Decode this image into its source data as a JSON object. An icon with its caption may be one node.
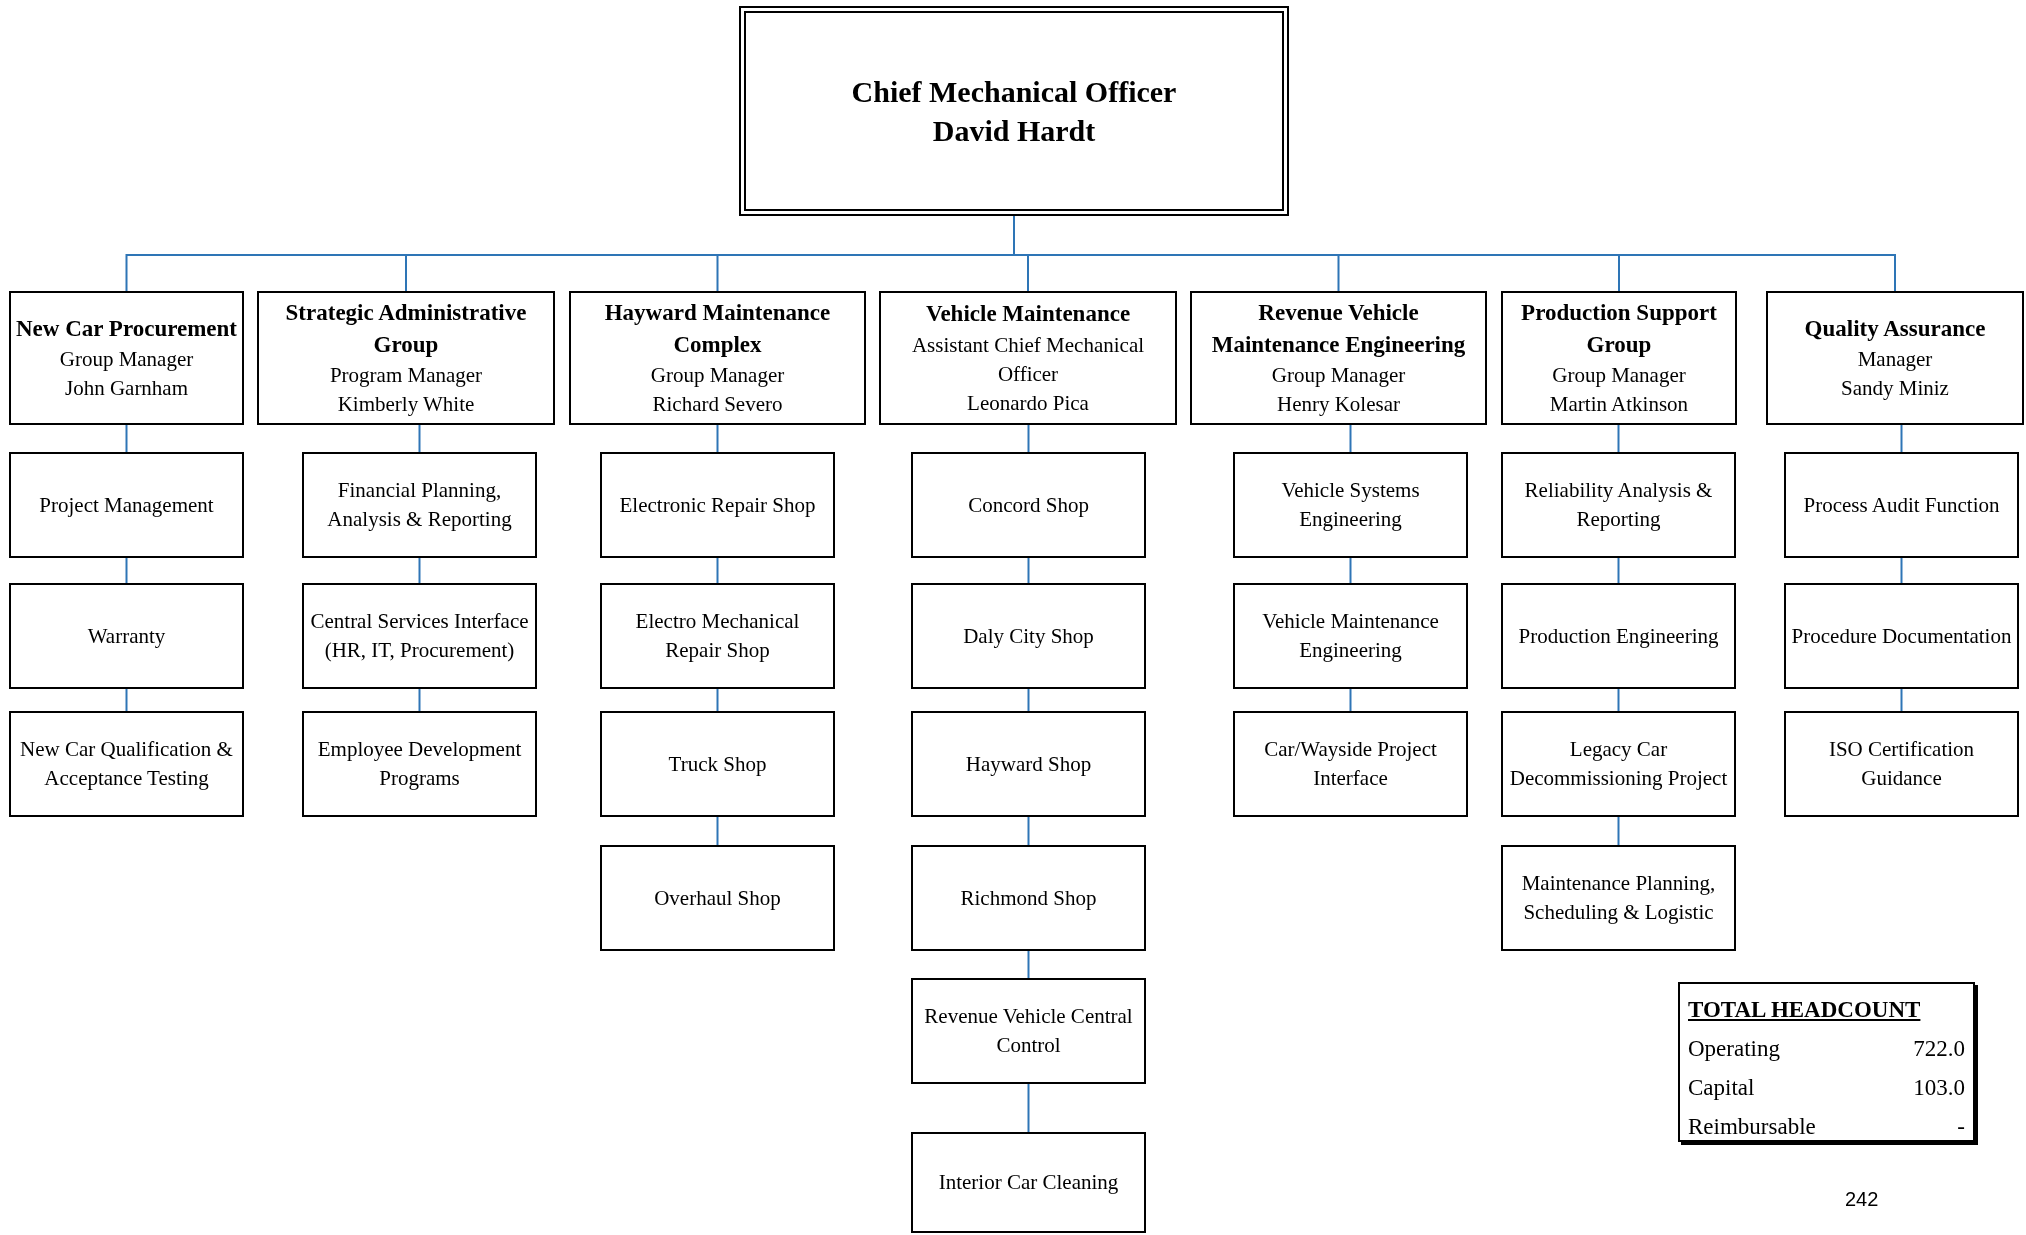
{
  "diagram": {
    "nodes": [
      {
        "text": [
          "Chief Mechanical Officer",
          "David Hardt"
        ]
      },
      {
        "text": [
          "New Car Procurement",
          "Group Manager",
          "John Garnham"
        ]
      },
      {
        "text": [
          "Strategic Administrative Group",
          "Program Manager",
          "Kimberly White"
        ]
      },
      {
        "text": [
          "Hayward Maintenance Complex",
          "Group Manager",
          "Richard Severo"
        ]
      },
      {
        "text": [
          "Vehicle Maintenance",
          "Assistant Chief Mechanical Officer",
          "Leonardo Pica"
        ]
      },
      {
        "text": [
          "Revenue Vehicle Maintenance Engineering",
          "Group Manager",
          "Henry Kolesar"
        ]
      },
      {
        "text": [
          "Production Support Group",
          "Group Manager",
          "Martin Atkinson"
        ]
      },
      {
        "text": [
          "Quality Assurance",
          "Manager",
          "Sandy Miniz"
        ]
      },
      {
        "text": [
          "Project Management"
        ]
      },
      {
        "text": [
          "Warranty"
        ]
      },
      {
        "text": [
          "New Car Qualification & Acceptance Testing"
        ]
      },
      {
        "text": [
          "Financial Planning, Analysis & Reporting"
        ]
      },
      {
        "text": [
          "Central Services Interface (HR, IT, Procurement)"
        ]
      },
      {
        "text": [
          "Employee Development Programs"
        ]
      },
      {
        "text": [
          "Electronic Repair Shop"
        ]
      },
      {
        "text": [
          "Electro Mechanical Repair Shop"
        ]
      },
      {
        "text": [
          "Truck Shop"
        ]
      },
      {
        "text": [
          "Overhaul Shop"
        ]
      },
      {
        "text": [
          "Concord Shop"
        ]
      },
      {
        "text": [
          "Daly City Shop"
        ]
      },
      {
        "text": [
          "Hayward Shop"
        ]
      },
      {
        "text": [
          "Richmond Shop"
        ]
      },
      {
        "text": [
          "Revenue Vehicle Central Control"
        ]
      },
      {
        "text": [
          "Interior Car Cleaning"
        ]
      },
      {
        "text": [
          "Vehicle Systems Engineering"
        ]
      },
      {
        "text": [
          "Vehicle Maintenance Engineering"
        ]
      },
      {
        "text": [
          "Car/Wayside Project Interface"
        ]
      },
      {
        "text": [
          "Reliability Analysis & Reporting"
        ]
      },
      {
        "text": [
          "Production Engineering"
        ]
      },
      {
        "text": [
          "Legacy Car Decommissioning Project"
        ]
      },
      {
        "text": [
          "Maintenance Planning, Scheduling & Logistic"
        ]
      },
      {
        "text": [
          "Process Audit Function"
        ]
      },
      {
        "text": [
          "Procedure Documentation"
        ]
      },
      {
        "text": [
          "ISO Certification Guidance"
        ]
      }
    ],
    "edges": [
      {
        "from": 0,
        "to": 1,
        "arrow": "none"
      },
      {
        "from": 0,
        "to": 2,
        "arrow": "none"
      },
      {
        "from": 0,
        "to": 3,
        "arrow": "none"
      },
      {
        "from": 0,
        "to": 4,
        "arrow": "none"
      },
      {
        "from": 0,
        "to": 5,
        "arrow": "none"
      },
      {
        "from": 0,
        "to": 6,
        "arrow": "none"
      },
      {
        "from": 0,
        "to": 7,
        "arrow": "none"
      },
      {
        "from": 1,
        "to": 8,
        "arrow": "none"
      },
      {
        "from": 8,
        "to": 9,
        "arrow": "none"
      },
      {
        "from": 9,
        "to": 10,
        "arrow": "none"
      },
      {
        "from": 2,
        "to": 11,
        "arrow": "none"
      },
      {
        "from": 11,
        "to": 12,
        "arrow": "none"
      },
      {
        "from": 12,
        "to": 13,
        "arrow": "none"
      },
      {
        "from": 3,
        "to": 14,
        "arrow": "none"
      },
      {
        "from": 14,
        "to": 15,
        "arrow": "none"
      },
      {
        "from": 15,
        "to": 16,
        "arrow": "none"
      },
      {
        "from": 16,
        "to": 17,
        "arrow": "none"
      },
      {
        "from": 4,
        "to": 18,
        "arrow": "none"
      },
      {
        "from": 18,
        "to": 19,
        "arrow": "none"
      },
      {
        "from": 19,
        "to": 20,
        "arrow": "none"
      },
      {
        "from": 20,
        "to": 21,
        "arrow": "none"
      },
      {
        "from": 21,
        "to": 22,
        "arrow": "none"
      },
      {
        "from": 22,
        "to": 23,
        "arrow": "none"
      },
      {
        "from": 5,
        "to": 24,
        "arrow": "none"
      },
      {
        "from": 24,
        "to": 25,
        "arrow": "none"
      },
      {
        "from": 25,
        "to": 26,
        "arrow": "none"
      },
      {
        "from": 6,
        "to": 27,
        "arrow": "none"
      },
      {
        "from": 27,
        "to": 28,
        "arrow": "none"
      },
      {
        "from": 28,
        "to": 29,
        "arrow": "none"
      },
      {
        "from": 29,
        "to": 30,
        "arrow": "none"
      },
      {
        "from": 7,
        "to": 31,
        "arrow": "none"
      },
      {
        "from": 31,
        "to": 32,
        "arrow": "none"
      },
      {
        "from": 32,
        "to": 33,
        "arrow": "none"
      }
    ],
    "labels": [
      "TOTAL HEADCOUNT",
      "Operating",
      "722.0",
      "Capital",
      "103.0",
      "Reimbursable",
      "-",
      "242"
    ]
  }
}
